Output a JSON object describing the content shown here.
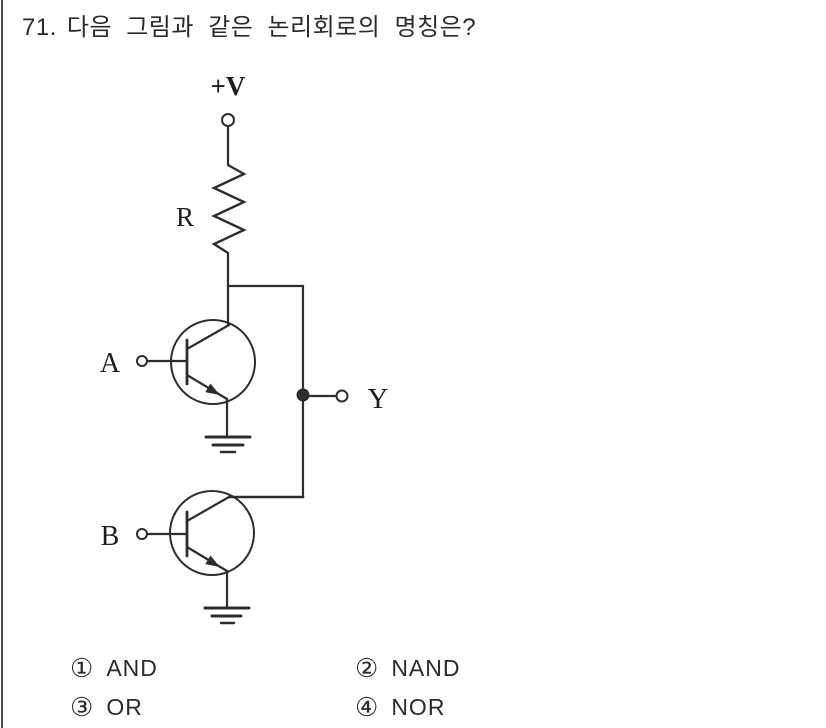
{
  "question": {
    "number": "71.",
    "text": "다음 그림과 같은 논리회로의 명칭은?"
  },
  "figure": {
    "type": "transistor-logic-circuit-diagram",
    "labels": {
      "supply": "+V",
      "resistor": "R",
      "input_a": "A",
      "input_b": "B",
      "output": "Y"
    },
    "stroke_color": "#2d2d2d"
  },
  "choices": [
    {
      "marker": "①",
      "label": "AND"
    },
    {
      "marker": "②",
      "label": "NAND"
    },
    {
      "marker": "③",
      "label": "OR"
    },
    {
      "marker": "④",
      "label": "NOR"
    }
  ]
}
